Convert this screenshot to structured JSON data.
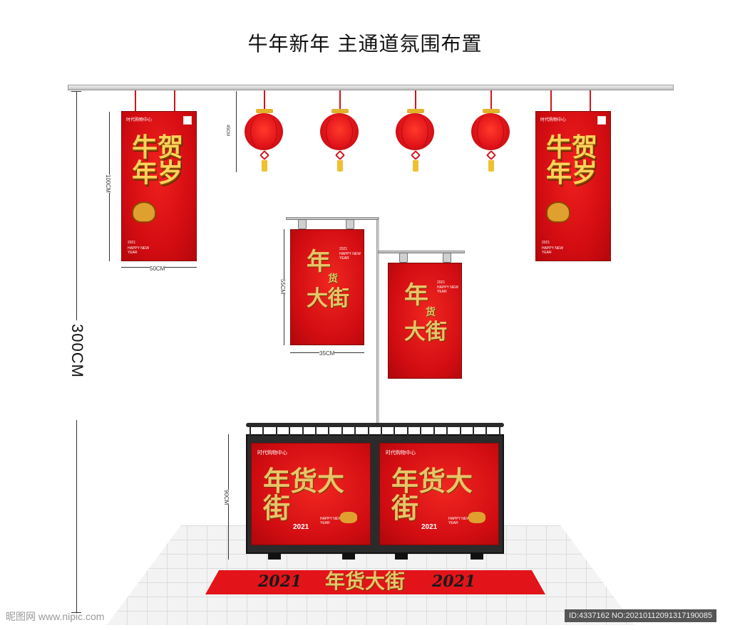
{
  "page": {
    "title": "牛年新年 主通道氛围布置"
  },
  "dimensions": {
    "total_height": "300CM",
    "hanging_banner_height": "100CM",
    "hanging_banner_width": "50CM",
    "lantern_height": "45CM",
    "poster_height": "55CM",
    "poster_width": "35CM",
    "counter_height": "90CM"
  },
  "hanging_banner": {
    "brand": "时代购物中心",
    "headline": "牛贺年岁",
    "year_text": "2021",
    "en_text": "HAPPY NEW YEAR"
  },
  "poster": {
    "headline_top": "年",
    "headline_mid": "货",
    "headline_bottom": "大街",
    "year_text": "2021",
    "en_text": "HAPPY NEW YEAR"
  },
  "counter_panel": {
    "brand": "时代购物中心",
    "headline": "年货大街",
    "year_text": "2021",
    "en_text": "HAPPY NEW YEAR"
  },
  "floor_mat": {
    "year_left": "2021",
    "headline": "年货大街",
    "year_right": "2021"
  },
  "watermark": {
    "site": "昵图网 www.nipic.com",
    "id": "ID:4337162 NO:20210112091317190085"
  },
  "colors": {
    "festive_red": "#d40d12",
    "gold": "#ffd35a",
    "floor": "#f3f3f3"
  },
  "icons": [
    "lantern-icon",
    "chinese-knot-icon",
    "tassel-icon",
    "ox-mascot-icon",
    "qr-code-icon"
  ]
}
